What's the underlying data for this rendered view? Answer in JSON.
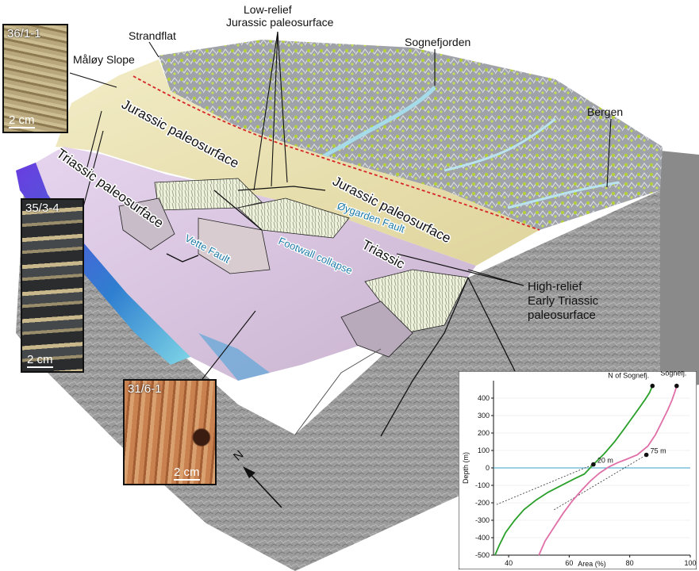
{
  "labels": {
    "strandflat": "Strandflat",
    "maloy_slope": "Måløy Slope",
    "low_relief_line1": "Low-relief",
    "low_relief_line2": "Jurassic paleosurface",
    "sognefjorden": "Sognefjorden",
    "bergen": "Bergen",
    "jurassic_left": "Jurassic paleosurface",
    "jurassic_right": "Jurassic paleosurface",
    "triassic_surface": "Triassic paleosurface",
    "oygarden_fault": "Øygarden Fault",
    "vette_fault": "Vette Fault",
    "footwall_collapse": "Footwall collapse",
    "triassic": "Triassic",
    "high_relief_line1": "High-relief",
    "high_relief_line2": "Early Triassic",
    "high_relief_line3": "paleosurface",
    "north_arrow": "N"
  },
  "photos": [
    {
      "id": "36/1-1",
      "scale": "2 cm"
    },
    {
      "id": "35/3-4",
      "scale": "2 cm"
    },
    {
      "id": "31/6-1",
      "scale": "2 cm"
    }
  ],
  "colors": {
    "jurassic_surface": "#ece3b4",
    "triassic_surface": "#dcc9e0",
    "terrain_green": "#b8d046",
    "fjord_water": "#a6dbe9",
    "block_side": "#9a9a9a",
    "deep_blue": "#5a36c8",
    "north_curve": "#2aa02a",
    "south_curve": "#e06fa8",
    "zero_line": "#3aa0c8",
    "fault_label": "#1e7aa6",
    "boundary_red": "#d62728"
  },
  "chart_data": {
    "type": "line",
    "xlabel": "Area (%)",
    "ylabel": "Depth (m)",
    "xlim": [
      35,
      100
    ],
    "ylim": [
      -500,
      500
    ],
    "xticks": [
      40,
      60,
      80,
      100
    ],
    "yticks": [
      400,
      300,
      200,
      100,
      0,
      -100,
      -200,
      -300,
      -400,
      -500
    ],
    "series": [
      {
        "name": "N of Sognefj.",
        "color": "#2aa02a",
        "x": [
          35.5,
          37,
          39,
          42,
          45,
          49,
          53,
          58,
          62,
          65,
          68,
          71.5,
          75,
          78,
          80.5,
          83,
          85,
          86.5,
          87.5
        ],
        "y": [
          -500,
          -440,
          -370,
          -300,
          -240,
          -185,
          -140,
          -95,
          -60,
          -35,
          20,
          80,
          150,
          220,
          280,
          340,
          390,
          430,
          470
        ],
        "label_point": {
          "x": 87.5,
          "y": 470
        }
      },
      {
        "name": "S of Sognefj.",
        "color": "#e06fa8",
        "x": [
          50,
          52,
          55,
          58,
          61,
          64,
          67,
          70,
          73,
          76,
          79,
          82.5,
          86,
          88.5,
          90.5,
          92.5,
          94,
          95,
          95.5
        ],
        "y": [
          -500,
          -420,
          -340,
          -260,
          -190,
          -130,
          -75,
          -30,
          5,
          30,
          50,
          75,
          125,
          190,
          260,
          330,
          390,
          440,
          470
        ],
        "label_point": {
          "x": 95.5,
          "y": 470
        }
      }
    ],
    "markers": [
      {
        "label": "20 m",
        "x": 68,
        "y": 20
      },
      {
        "label": "75 m",
        "x": 85.5,
        "y": 75
      }
    ],
    "reference_line": {
      "y": 0
    }
  }
}
